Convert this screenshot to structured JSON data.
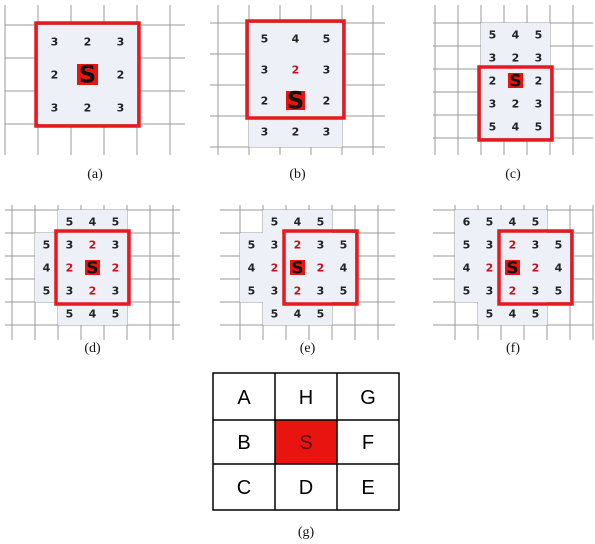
{
  "colors": {
    "highlight": "#e8191f",
    "grid": "#9a9a9a",
    "cell": "#eef0f8",
    "s_cell": "#e8140f"
  },
  "panels": [
    {
      "id": "a",
      "caption": "(a)",
      "rows": [
        [
          "3",
          "2",
          "3"
        ],
        [
          "2",
          "S",
          "2"
        ],
        [
          "3",
          "2",
          "3"
        ]
      ]
    },
    {
      "id": "b",
      "caption": "(b)",
      "rows": [
        [
          "5",
          "4",
          "5"
        ],
        [
          "3",
          "2",
          "3"
        ],
        [
          "2",
          "S",
          "2"
        ],
        [
          "3",
          "2",
          "3"
        ]
      ]
    },
    {
      "id": "c",
      "caption": "(c)",
      "rows": [
        [
          "5",
          "4",
          "5"
        ],
        [
          "3",
          "2",
          "3"
        ],
        [
          "2",
          "S",
          "2"
        ],
        [
          "3",
          "2",
          "3"
        ],
        [
          "5",
          "4",
          "5"
        ]
      ]
    },
    {
      "id": "d",
      "caption": "(d)",
      "rows": [
        [
          "",
          "5",
          "4",
          "5"
        ],
        [
          "5",
          "3",
          "2",
          "3"
        ],
        [
          "4",
          "2",
          "S",
          "2"
        ],
        [
          "5",
          "3",
          "2",
          "3"
        ],
        [
          "",
          "5",
          "4",
          "5"
        ]
      ]
    },
    {
      "id": "e",
      "caption": "(e)",
      "rows": [
        [
          "",
          "5",
          "4",
          "5",
          ""
        ],
        [
          "5",
          "3",
          "2",
          "3",
          "5"
        ],
        [
          "4",
          "2",
          "S",
          "2",
          "4"
        ],
        [
          "5",
          "3",
          "2",
          "3",
          "5"
        ],
        [
          "",
          "5",
          "4",
          "5",
          ""
        ]
      ]
    },
    {
      "id": "f",
      "caption": "(f)",
      "rows": [
        [
          "6",
          "5",
          "4",
          "5",
          ""
        ],
        [
          "5",
          "3",
          "2",
          "3",
          "5"
        ],
        [
          "4",
          "2",
          "S",
          "2",
          "4"
        ],
        [
          "5",
          "3",
          "2",
          "3",
          "5"
        ],
        [
          "",
          "5",
          "4",
          "5",
          ""
        ]
      ]
    }
  ],
  "legend": {
    "caption": "(g)",
    "rows": [
      [
        "A",
        "H",
        "G"
      ],
      [
        "B",
        "S",
        "F"
      ],
      [
        "C",
        "D",
        "E"
      ]
    ]
  }
}
